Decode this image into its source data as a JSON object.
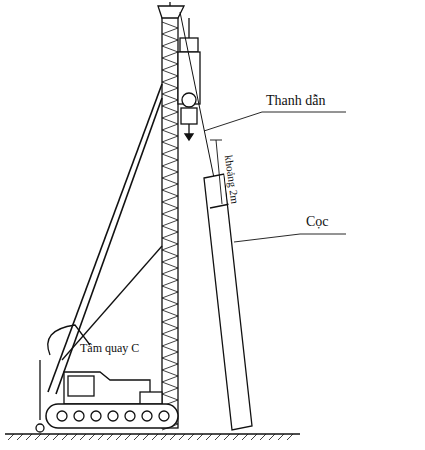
{
  "diagram": {
    "labels": [
      "Thanh dẫn",
      "khoảng 2m",
      "Cọc",
      "Tâm quay C"
    ]
  }
}
